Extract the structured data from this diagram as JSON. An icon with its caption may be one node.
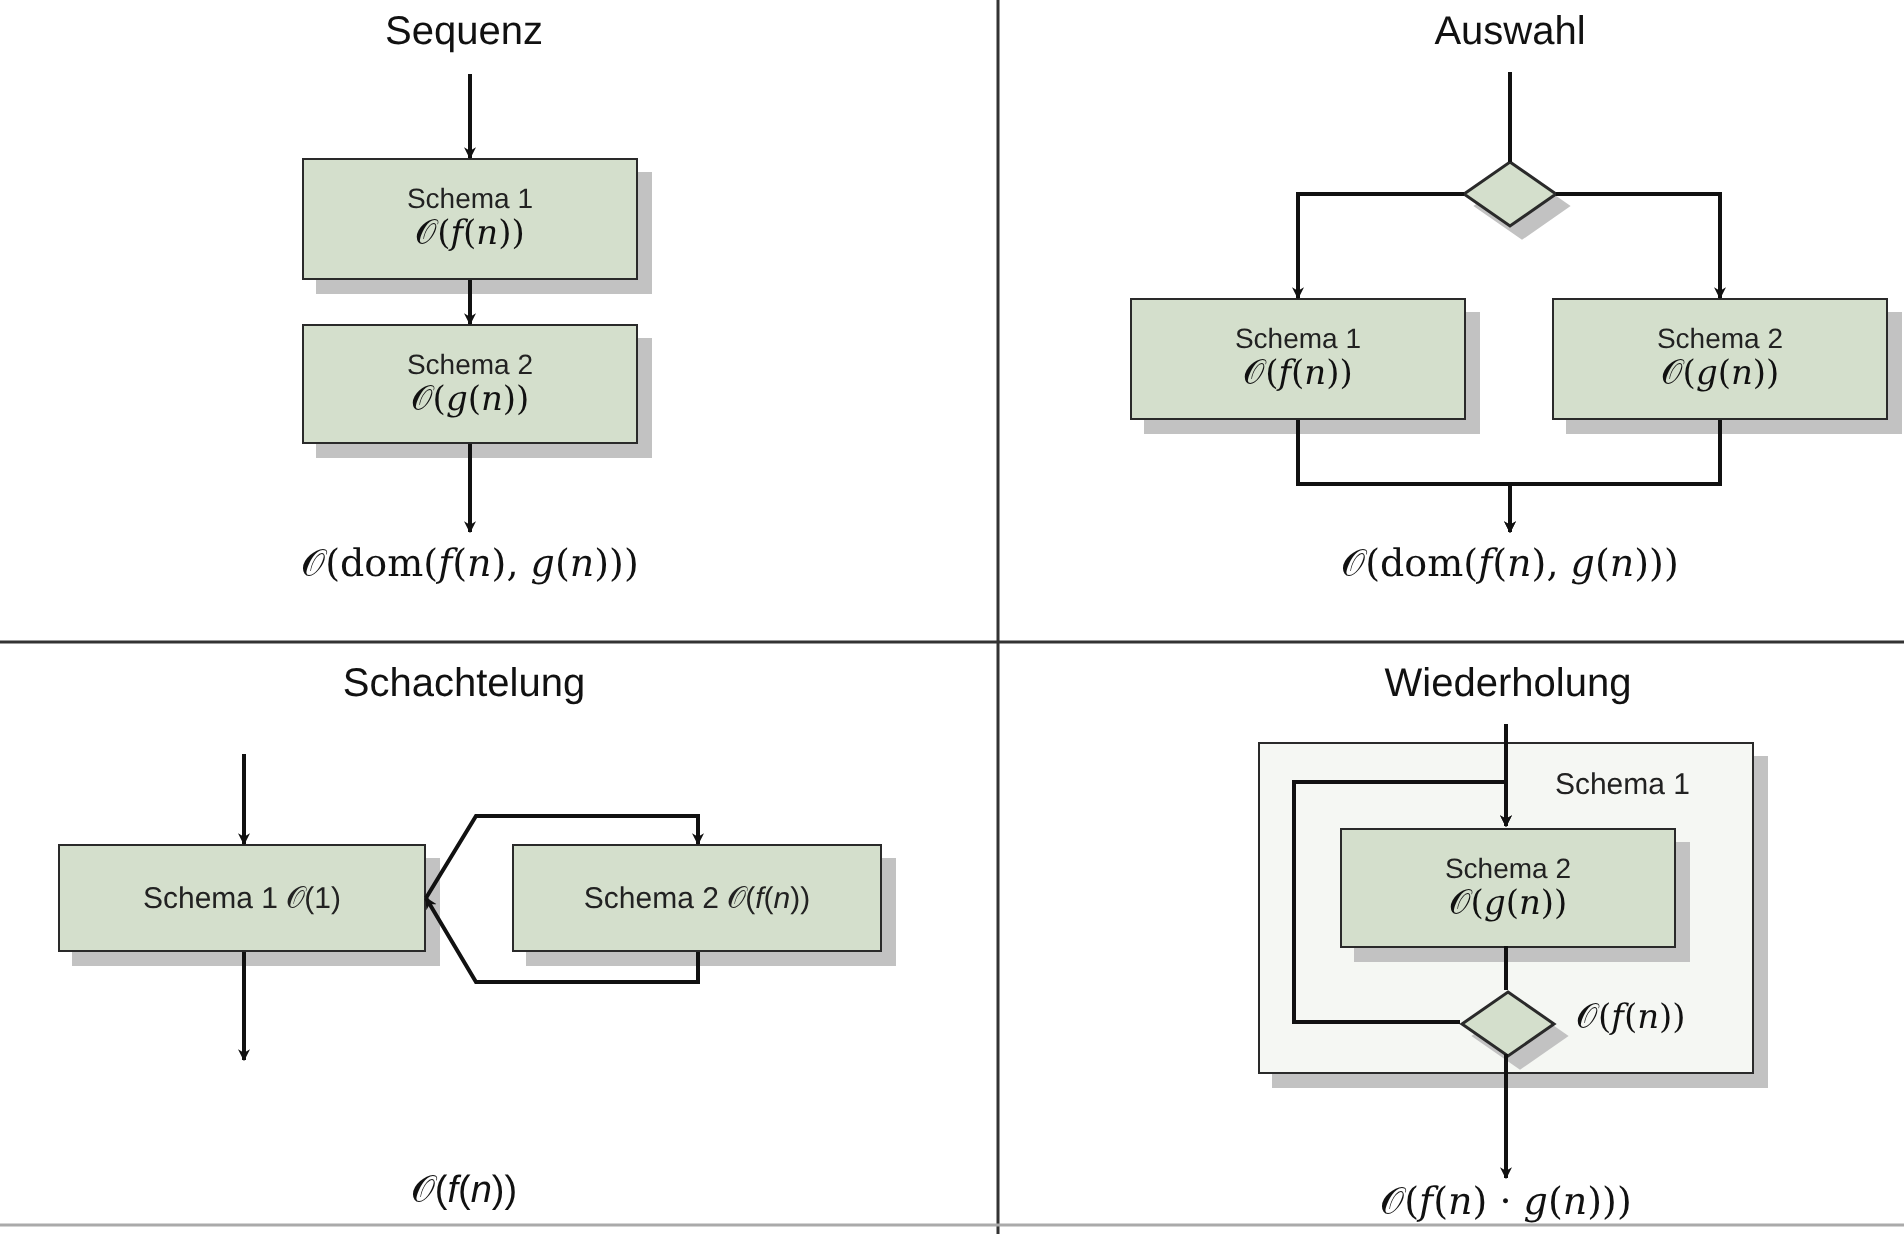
{
  "diagram": {
    "nodes": [
      {
        "text": [
          "Schema 1",
          "𝒪(*f*(*n*))"
        ]
      },
      {
        "text": [
          "Schema 2",
          "𝒪(*g*(*n*))"
        ]
      },
      {
        "text": [
          "𝒪(dom(*f*(*n*), *g*(*n*)))"
        ]
      },
      {
        "text": [],
        "shape": "diamond"
      },
      {
        "text": [
          "Schema 1",
          "𝒪(*f*(*n*))"
        ]
      },
      {
        "text": [
          "Schema 2",
          "𝒪(*g*(*n*))"
        ]
      },
      {
        "text": [
          "𝒪(dom(*f*(*n*), *g*(*n*)))"
        ]
      },
      {
        "text": [
          "Schema 1 𝒪(1)"
        ]
      },
      {
        "text": [
          "Schema 2 𝒪(*f*(*n*))"
        ]
      },
      {
        "text": [
          "Schema 1"
        ]
      },
      {
        "text": [
          "Schema 2",
          "𝒪(*g*(*n*))"
        ],
        "in": 9
      },
      {
        "text": [],
        "shape": "diamond",
        "in": 9,
        "beside": [
          "𝒪(*f*(*n*))"
        ]
      },
      {
        "text": [
          "𝒪(*f*(*n*) · *g*(*n*)))"
        ]
      }
    ],
    "edges": [
      {
        "from": null,
        "to": 0,
        "arrow": "to"
      },
      {
        "from": 0,
        "to": 1,
        "arrow": "to"
      },
      {
        "from": 1,
        "to": 2,
        "arrow": "to"
      },
      {
        "from": null,
        "to": 3,
        "arrow": "none"
      },
      {
        "from": 3,
        "to": 4,
        "arrow": "to"
      },
      {
        "from": 3,
        "to": 5,
        "arrow": "to"
      },
      {
        "from": 4,
        "to": 6,
        "arrow": "to"
      },
      {
        "from": 5,
        "to": 6,
        "arrow": "to"
      },
      {
        "from": null,
        "to": 7,
        "arrow": "to"
      },
      {
        "from": 7,
        "to": null,
        "arrow": "to"
      },
      {
        "from": 7,
        "to": 8,
        "arrow": "to"
      },
      {
        "from": 8,
        "to": 7,
        "arrow": "to"
      },
      {
        "from": null,
        "to": 10,
        "arrow": "to"
      },
      {
        "from": 10,
        "to": 11,
        "arrow": "none"
      },
      {
        "from": 11,
        "to": 10,
        "arrow": "to"
      },
      {
        "from": 11,
        "to": 12,
        "arrow": "to"
      }
    ],
    "labels": [
      "Sequenz",
      "Auswahl",
      "Schachtelung",
      "Wiederholung",
      "𝒪(*f*(*n*))"
    ]
  }
}
